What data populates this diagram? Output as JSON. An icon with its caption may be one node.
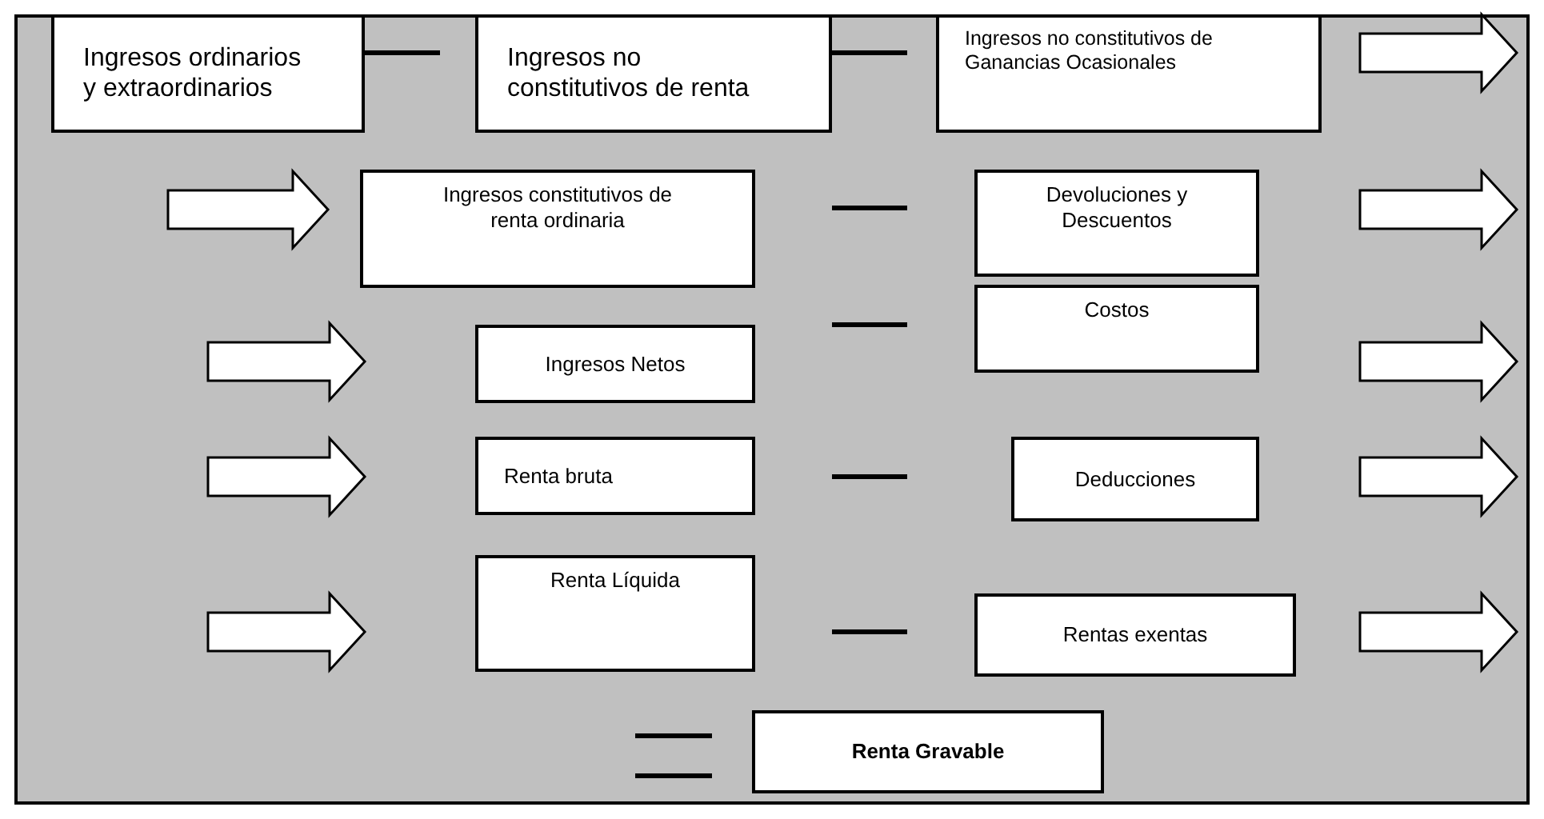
{
  "diagram": {
    "nodes": [
      {
        "text": [
          "Ingresos ordinarios y extraordinarios"
        ]
      },
      {
        "text": [
          "Ingresos no constitutivos de renta"
        ]
      },
      {
        "text": [
          "Ingresos no constitutivos de Ganancias Ocasionales"
        ]
      },
      {
        "text": [
          "Ingresos constitutivos de renta ordinaria"
        ]
      },
      {
        "text": [
          "Devoluciones y Descuentos"
        ]
      },
      {
        "text": [
          "Costos"
        ]
      },
      {
        "text": [
          "Ingresos Netos"
        ]
      },
      {
        "text": [
          "Renta bruta"
        ]
      },
      {
        "text": [
          "Deducciones"
        ]
      },
      {
        "text": [
          "Renta Líquida"
        ]
      },
      {
        "text": [
          "Rentas exentas"
        ]
      },
      {
        "text": [
          "Renta Gravable"
        ]
      }
    ]
  }
}
